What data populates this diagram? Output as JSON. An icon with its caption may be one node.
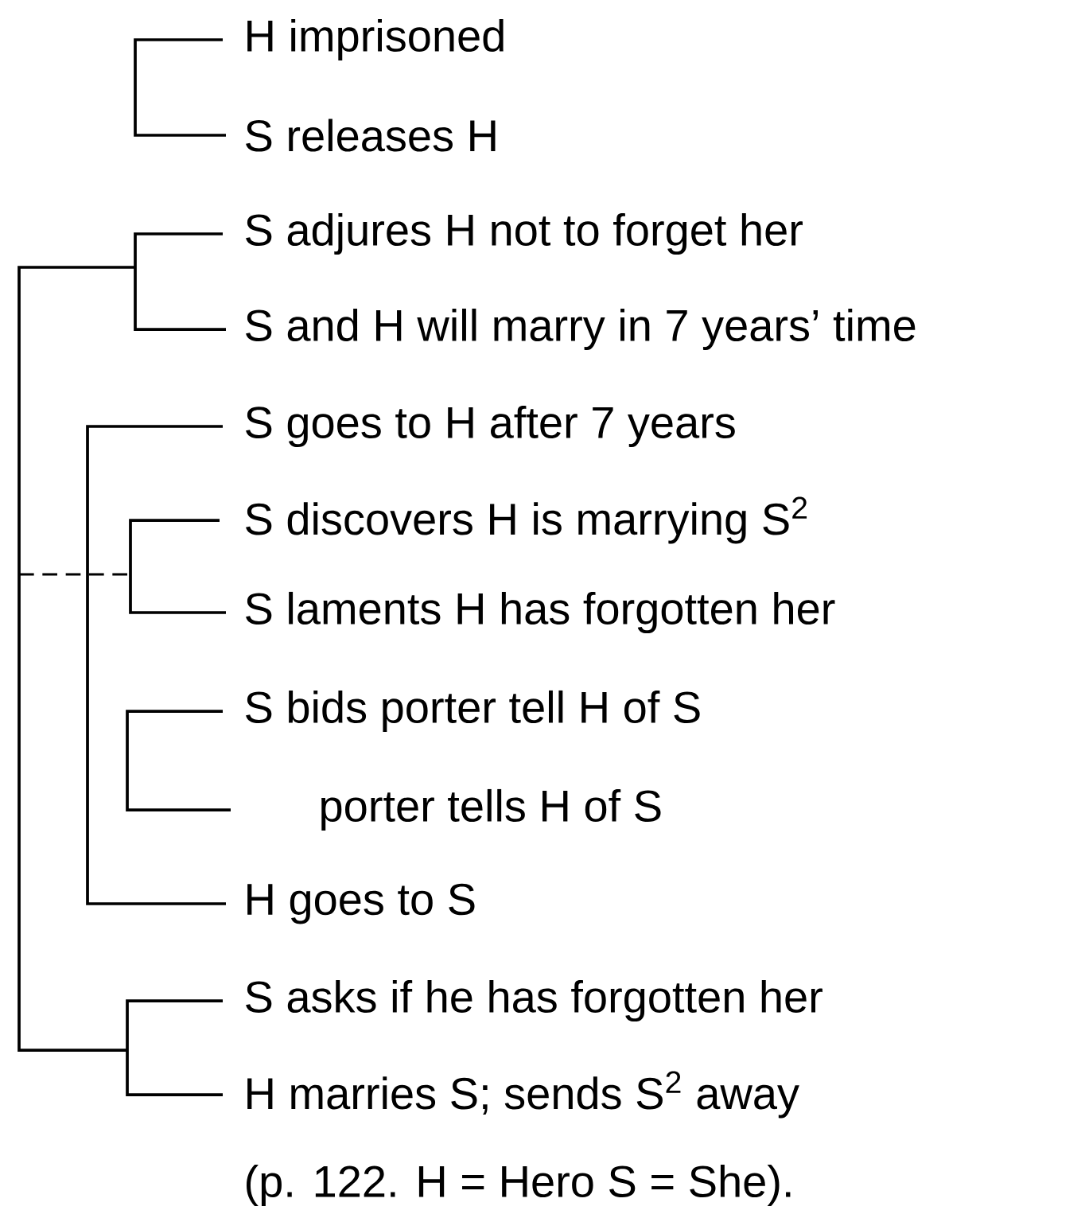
{
  "diagram": {
    "caption": "(p. 122. H = Hero S = She).",
    "labels": [
      "H imprisoned",
      "S releases H",
      "S adjures H not to forget her",
      "S and H will marry in 7 years’ time",
      "S goes to H after 7 years",
      "S discovers H is marrying S$^{2}$",
      "S laments H has forgotten her",
      "S bids porter tell H of S",
      "porter tells H of S",
      "H goes to S",
      "S asks if he has forgotten her",
      "H marries S; sends S$^{2}$ away"
    ]
  }
}
